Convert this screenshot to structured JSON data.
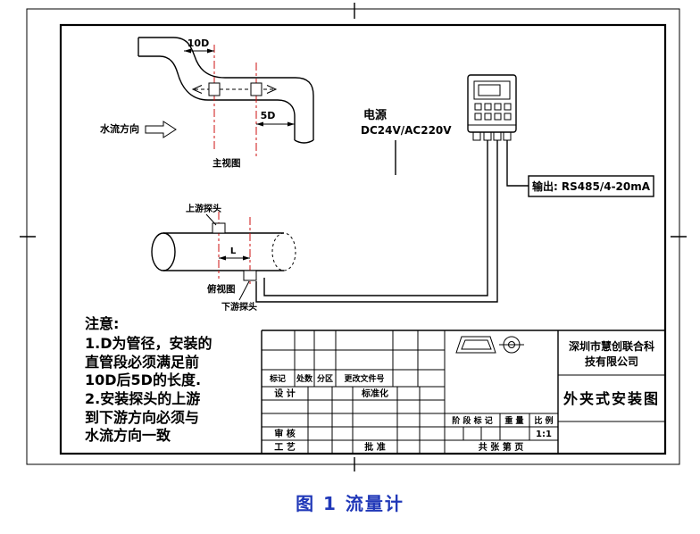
{
  "caption": "图 1 流量计",
  "colors": {
    "line": "#000000",
    "centerline": "#cc1111",
    "flow_arrow": "#4353d9",
    "caption_blue": "#2038b8"
  },
  "front_view": {
    "dim_upstream": "10D",
    "dim_downstream": "5D",
    "flow_direction_label": "水流方向",
    "view_label": "主视图"
  },
  "plan_view": {
    "upstream_probe_label": "上游探头",
    "downstream_probe_label": "下游探头",
    "spacing_dim": "L",
    "view_label": "俯视图"
  },
  "converter": {
    "power_label": "电源",
    "power_value": "DC24V/AC220V",
    "output_label": "输出: RS485/4-20mA"
  },
  "notes": {
    "heading": "注意:",
    "lines": [
      "1.D为管径，安装的",
      "直管段必须满足前",
      "10D后5D的长度.",
      "2.安装探头的上游",
      "到下游方向必须与",
      "水流方向一致"
    ]
  },
  "title_block": {
    "rev_headers": {
      "mark": "标记",
      "count": "处数",
      "zone": "分区",
      "change_file_no": "更改文件号"
    },
    "roles": {
      "design": "设 计",
      "standardization": "标准化",
      "check": "审 核",
      "process": "工 艺",
      "approve": "批 准"
    },
    "stage_mark": "阶 段 标 记",
    "weight": "重 量",
    "scale": "比 例",
    "scale_value": "1:1",
    "sheet_info": "共    张    第    页",
    "company_line1": "深圳市慧创联合科",
    "company_line2": "技有限公司",
    "drawing_title": "外夹式安装图"
  }
}
